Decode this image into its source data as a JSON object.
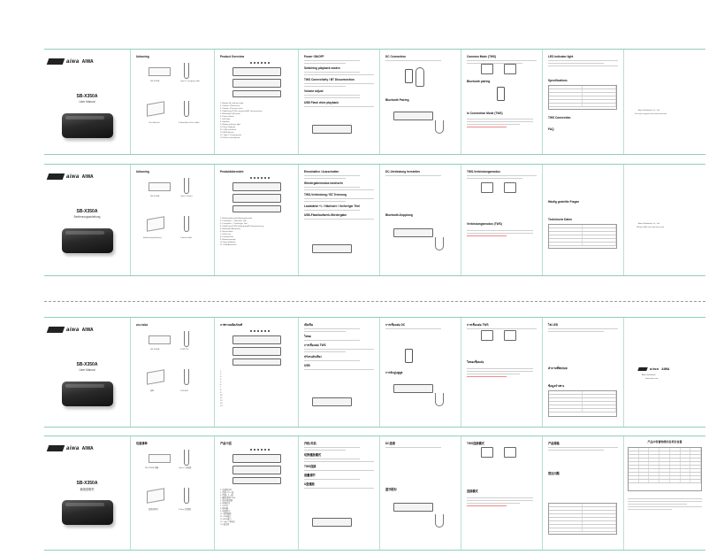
{
  "brand": {
    "logo_text": "aiwa",
    "logo_caps": "AIWA",
    "model": "SB-X350A"
  },
  "sheets": [
    {
      "cover_title": "User Manual",
      "unboxing_title": "Unboxing",
      "unboxing_items": [
        "SB-X350A",
        "Type-C charging cable",
        "User Manual",
        "3.5mm Aux-in/Out cable"
      ],
      "overview_title": "Product Overview",
      "overview_list": [
        "1. Battery life indicator light",
        "2. Volume +/Next track",
        "3. Volume -/Previous track",
        "4. Play/Pause/TWS connection/BT disconnection",
        "5. Bluetooth/Call button",
        "6. Power Switch",
        "7. LED light",
        "8. Speaker",
        "9. Battery indicator light",
        "10. Bass Radiator",
        "11. USB connector",
        "12. AUX-IN port",
        "13. Type-C charging port",
        "14. Built-in microphone"
      ],
      "col4_heads": [
        "Power ON/OFF",
        "Switching playback modes",
        "TWS Connectivity / BT Disconnection",
        "Volume adjust",
        "USB Flash drive playback"
      ],
      "col5_heads": [
        "DC Connection",
        "Bluetooth Pairing"
      ],
      "col6_heads": [
        "Common Mode (TWS)",
        "Bluetooth pairing",
        "In Connection Mode (TWS)"
      ],
      "col7_heads": [
        "LED indicator light",
        "Specifications",
        "TWS Connection",
        "FAQ"
      ],
      "col8_text": "Aiwa Worldwide Co., Ltd.",
      "col8_text2": "For more support visit www.aiwa.com"
    },
    {
      "cover_title": "Bedienungsanleitung",
      "unboxing_title": "Unboxing",
      "unboxing_items": [
        "SB-X350A",
        "Type-C-Kabel",
        "Bedienungsanleitung",
        "3,5mm-Kabel"
      ],
      "overview_title": "Produktübersicht",
      "overview_list": [
        "1. Batterieladestands-Anzeigeleuchte",
        "2. Lautstärke + / Nächster Titel",
        "3. Lautstärke - / Vorheriger Titel",
        "4. Play/Pause/TWS-Verbindung/BT-Unterbrechung",
        "5. Bluetooth-/Anruftaste",
        "6. Netzschalter",
        "7. LED-Licht",
        "8. Lautsprecher",
        "9. Batterieanzeige",
        "10. Bass-Radiator",
        "11. USB-Anschluss"
      ],
      "col4_heads": [
        "Einschalten / Ausschalten",
        "Wiedergabemodus wechseln",
        "TWS-Verbindung / BT-Trennung",
        "Lautstärke +/- / Nächster / Vorheriger Titel",
        "USB-Flashlaufwerk-Wiedergabe"
      ],
      "col5_heads": [
        "DC-Verbindung herstellen",
        "Bluetooth-Kopplung"
      ],
      "col6_heads": [
        "TWS-Verbindungsmodus",
        "Verbindungsmodus (TWS)"
      ],
      "col7_heads": [
        "Technische Daten",
        "Häufig gestellte Fragen"
      ],
      "col8_text": "Aiwa Worldwide Co., Ltd.",
      "col8_text2": "Weitere Hilfe auf www.aiwa.com"
    },
    {
      "cover_title": "User Manual",
      "unboxing_title": "แกะกล่อง",
      "unboxing_items": [
        "SB-X350A",
        "สายชาร์จ",
        "คู่มือ",
        "สาย AUX"
      ],
      "overview_title": "ภาพรวมผลิตภัณฑ์",
      "overview_list": [
        "1.",
        "2.",
        "3.",
        "4.",
        "5.",
        "6.",
        "7.",
        "8.",
        "9.",
        "10.",
        "11.",
        "12.",
        "13.",
        "14."
      ],
      "col4_heads": [
        "เปิด/ปิด",
        "โหมด",
        "การเชื่อมต่อ TWS",
        "ปรับระดับเสียง",
        "USB"
      ],
      "col5_heads": [
        "การเชื่อมต่อ DC",
        "การจับคู่บลูทูธ"
      ],
      "col6_heads": [
        "การเชื่อมต่อ TWS",
        "โหมดเชื่อมต่อ"
      ],
      "col7_heads": [
        "ไฟ LED",
        "ข้อมูลจำเพาะ",
        "คำถามที่พบบ่อย"
      ],
      "col8_text": "Aiwa Worldwide",
      "col8_text2": "www.aiwa.com"
    },
    {
      "cover_title": "使用说明书",
      "unboxing_title": "包装清单",
      "unboxing_items": [
        "SB-X350A 音箱",
        "Type-C 充电线",
        "使用说明书",
        "3.5mm 音频线"
      ],
      "overview_title": "产品介绍",
      "overview_list": [
        "1. 电量指示灯",
        "2. 音量+/下一曲",
        "3. 音量-/上一曲",
        "4. 播放/暂停/TWS",
        "5. 蓝牙/通话键",
        "6. 电源开关",
        "7. LED灯",
        "8. 扬声器",
        "9. 电量指示",
        "10. 低音振膜",
        "11. USB接口",
        "12. AUX接口",
        "13. Type-C充电口",
        "14. 麦克风"
      ],
      "col4_heads": [
        "开机/关机",
        "切换播放模式",
        "TWS连接",
        "音量调节",
        "U盘播放"
      ],
      "col5_heads": [
        "DC连接",
        "蓝牙配对"
      ],
      "col6_heads": [
        "TWS连接模式",
        "连接模式"
      ],
      "col7_heads": [
        "产品规格",
        "常见问题"
      ],
      "col8_text": "产品中有害物质的名称及含量",
      "col8_text2": ""
    }
  ]
}
